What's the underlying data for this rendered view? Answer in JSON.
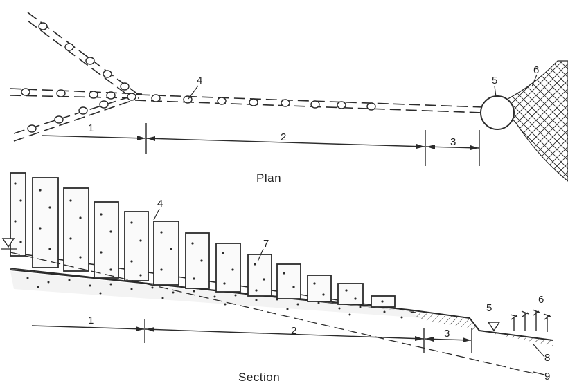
{
  "captions": {
    "plan": "Plan",
    "section": "Section"
  },
  "labels": {
    "plan": {
      "seg1": "1",
      "seg2": "2",
      "seg3": "3",
      "well": "4",
      "pit": "5",
      "field": "6"
    },
    "section": {
      "seg1": "1",
      "seg2": "2",
      "seg3": "3",
      "shaft": "4",
      "pit": "5",
      "field": "6",
      "gravel": "7",
      "ground": "8",
      "water_table": "9"
    }
  }
}
